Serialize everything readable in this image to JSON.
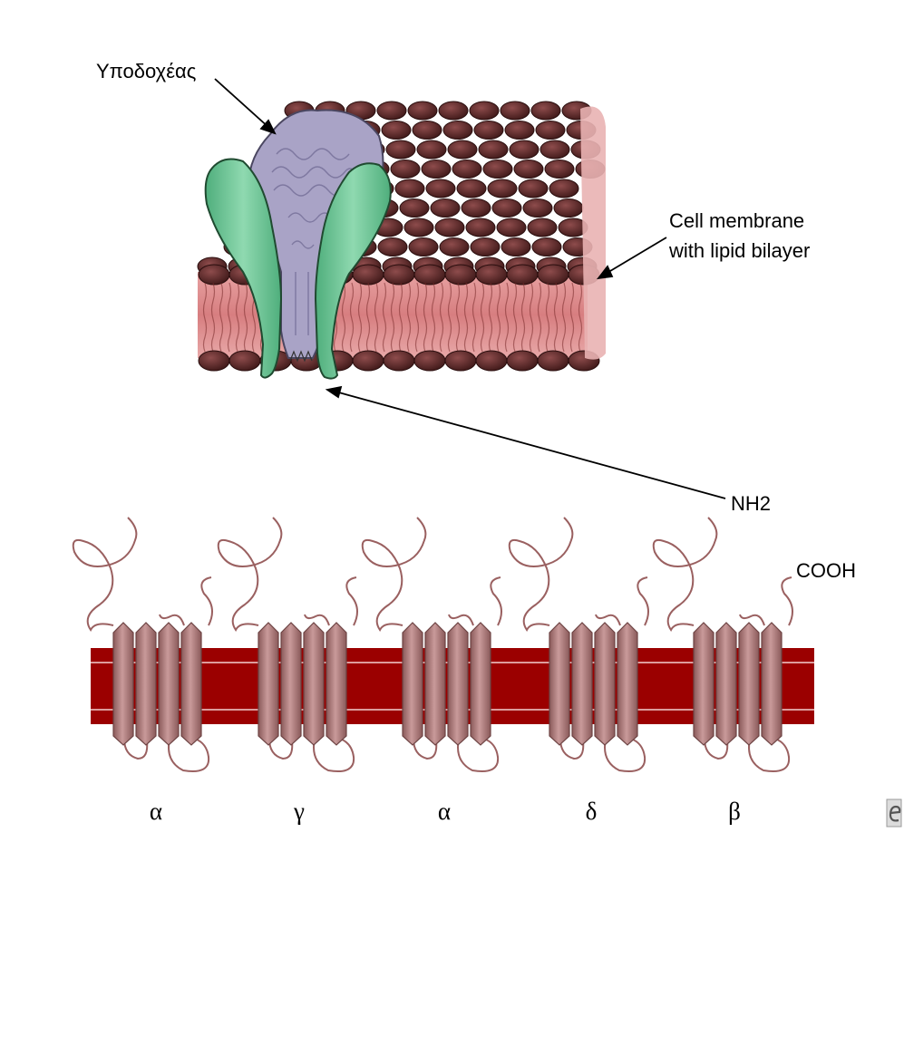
{
  "labels": {
    "receptor": "Υποδοχέας",
    "membrane_line1": "Cell membrane",
    "membrane_line2": "with lipid bilayer",
    "nh2": "NH2",
    "cooh": "COOH"
  },
  "subunits": [
    "α",
    "γ",
    "α",
    "δ",
    "β"
  ],
  "colors": {
    "lipid_head": "#5a2a2a",
    "lipid_tail": "#d98a8a",
    "receptor_grey": "#a8a3c4",
    "receptor_green": "#6fc79a",
    "membrane_band": "#9b0000",
    "helix": "#b07c7c",
    "loop": "#9a6060"
  }
}
